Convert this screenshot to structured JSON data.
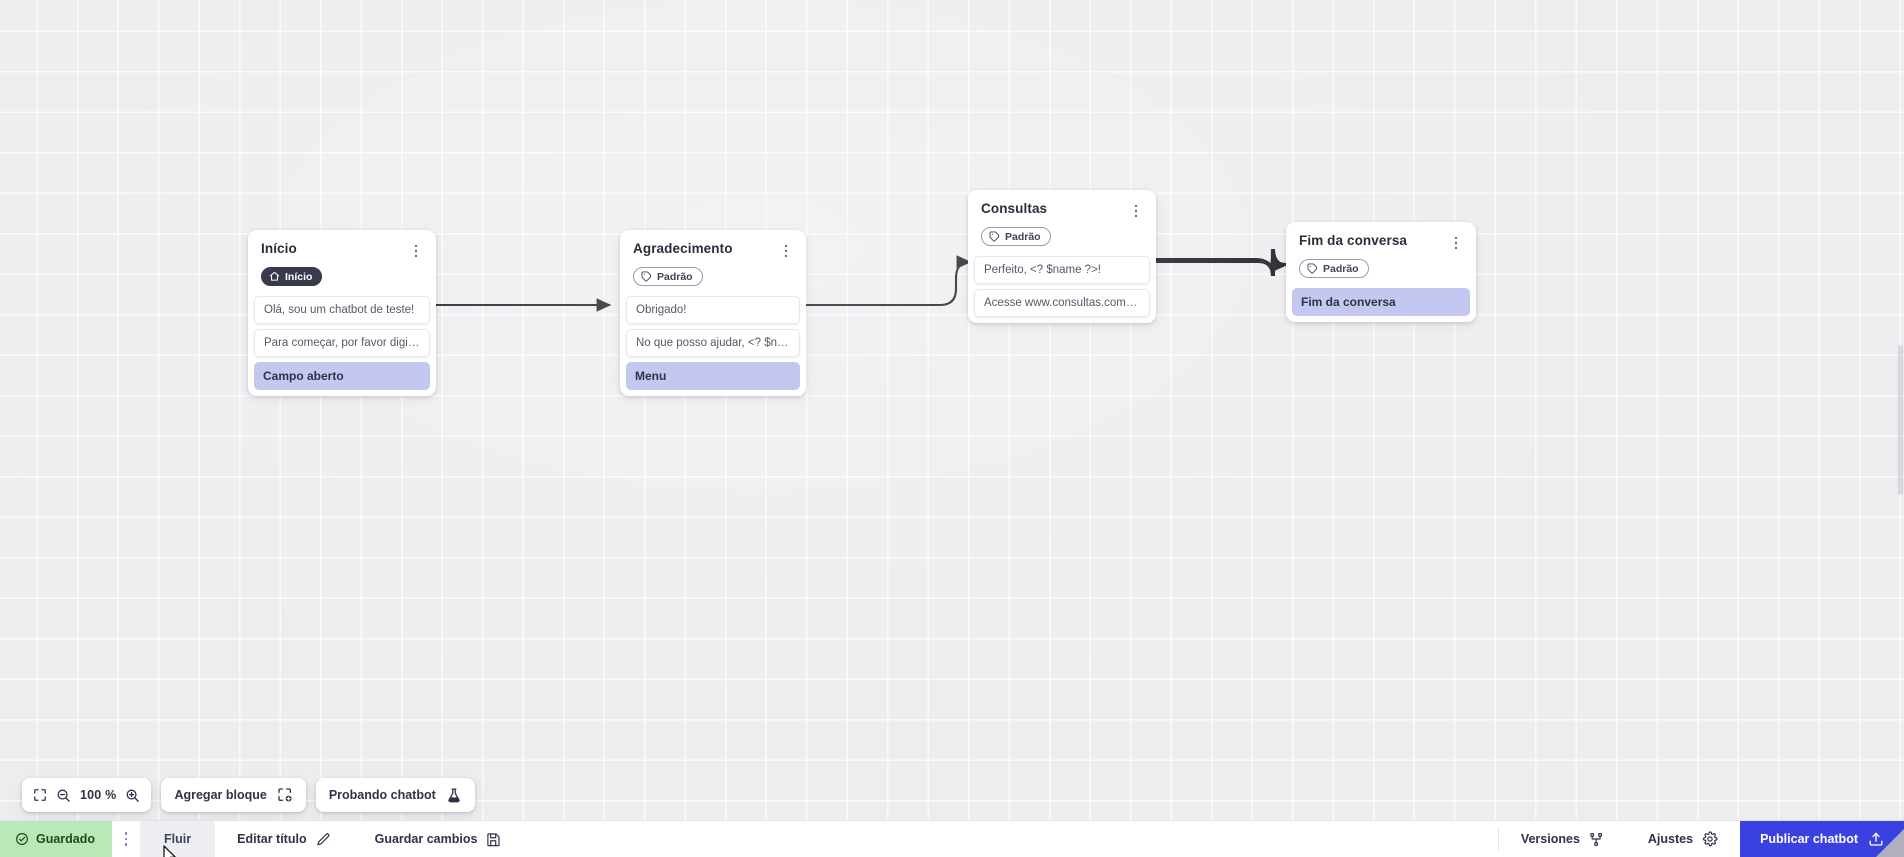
{
  "canvas": {
    "zoom_level": "100 %",
    "nodes": [
      {
        "id": "inicio",
        "title": "Início",
        "badge": {
          "label": "Início",
          "icon": "home-icon",
          "style": "dark"
        },
        "messages": [
          "Olá, sou um chatbot de teste!",
          "Para começar, por favor digite o ..."
        ],
        "chip": "Campo aberto"
      },
      {
        "id": "agradecimento",
        "title": "Agradecimento",
        "badge": {
          "label": "Padrão",
          "icon": "tag-icon",
          "style": "outline"
        },
        "messages": [
          "Obrigado!",
          "No que posso ajudar, <? $name ..."
        ],
        "chip": "Menu"
      },
      {
        "id": "consultas",
        "title": "Consultas",
        "badge": {
          "label": "Padrão",
          "icon": "tag-icon",
          "style": "outline"
        },
        "messages": [
          "Perfeito, <? $name ?>!",
          "Acesse www.consultas.com par..."
        ],
        "chip": null
      },
      {
        "id": "fim-da-conversa",
        "title": "Fim da conversa",
        "badge": {
          "label": "Padrão",
          "icon": "tag-icon",
          "style": "outline"
        },
        "messages": [],
        "chip": "Fim da conversa"
      }
    ]
  },
  "float_toolbar": {
    "fit_icon": "fit-screen-icon",
    "zoom_out_icon": "zoom-out-icon",
    "zoom_in_icon": "zoom-in-icon",
    "zoom_level": "100 %",
    "add_block_label": "Agregar bloque",
    "add_block_icon": "add-block-icon",
    "test_chatbot_label": "Probando chatbot",
    "test_chatbot_icon": "flask-icon"
  },
  "statusbar": {
    "saved_label": "Guardado",
    "saved_icon": "check-circle-icon",
    "menu_icon": "kebab-menu-icon",
    "tab_flow_label": "Fluir",
    "edit_title_label": "Editar título",
    "edit_title_icon": "pencil-icon",
    "save_changes_label": "Guardar cambios",
    "save_changes_icon": "floppy-disk-icon",
    "versions_label": "Versiones",
    "versions_icon": "branch-icon",
    "settings_label": "Ajustes",
    "settings_icon": "gear-icon",
    "publish_label": "Publicar chatbot",
    "publish_icon": "upload-icon"
  },
  "colors": {
    "accent": "#3b40e0",
    "saved_bg": "#b9e8b9",
    "chip_bg": "#c4c7f0",
    "canvas_bg": "#ededef",
    "badge_dark": "#3a3a4f"
  }
}
